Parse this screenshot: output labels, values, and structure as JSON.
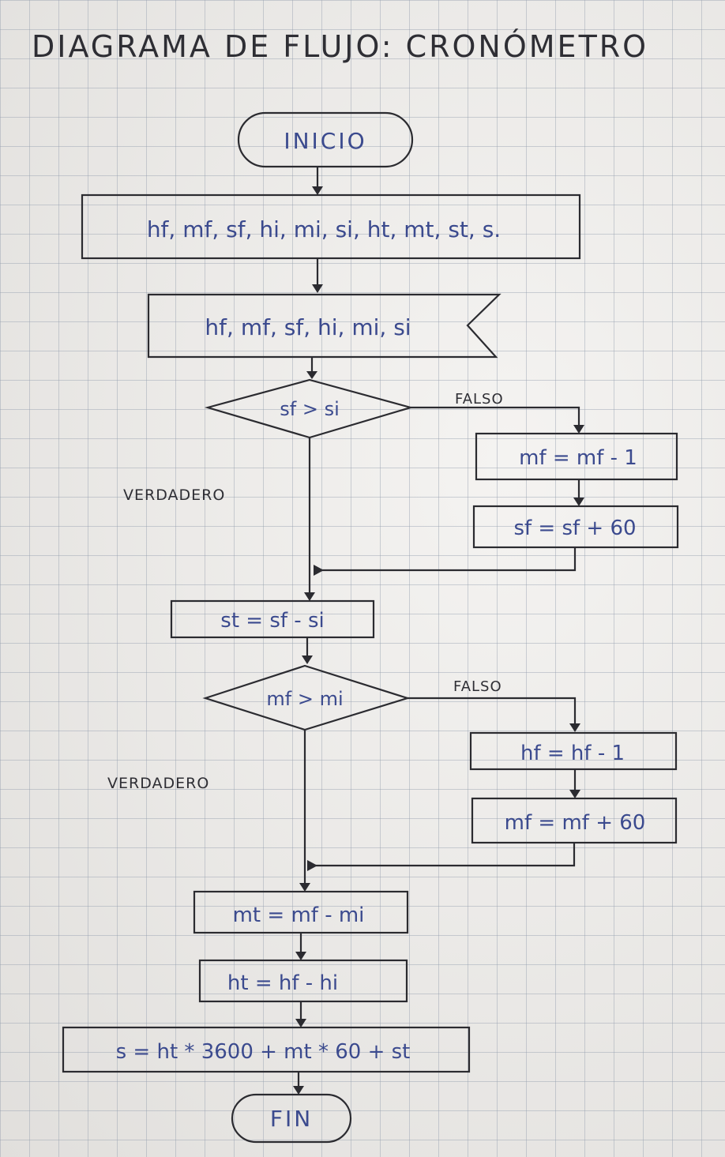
{
  "title": "DIAGRAMA DE FLUJO: CRONÓMETRO",
  "nodes": {
    "start": "INICIO",
    "variables": "hf, mf, sf, hi, mi, si, ht, mt, st, s.",
    "input": "hf, mf, sf, hi, mi, si",
    "decision1": "sf > si",
    "d1_false_step1": "mf = mf - 1",
    "d1_false_step2": "sf = sf + 60",
    "calc_st": "st = sf - si",
    "decision2": "mf > mi",
    "d2_false_step1": "hf = hf - 1",
    "d2_false_step2": "mf = mf + 60",
    "calc_mt": "mt = mf - mi",
    "calc_ht": "ht = hf - hi",
    "calc_s": "s = ht * 3600 + mt * 60 + st",
    "end": "FIN"
  },
  "labels": {
    "d1_false": "FALSO",
    "d1_true": "VERDADERO",
    "d2_false": "FALSO",
    "d2_true": "VERDADERO"
  }
}
